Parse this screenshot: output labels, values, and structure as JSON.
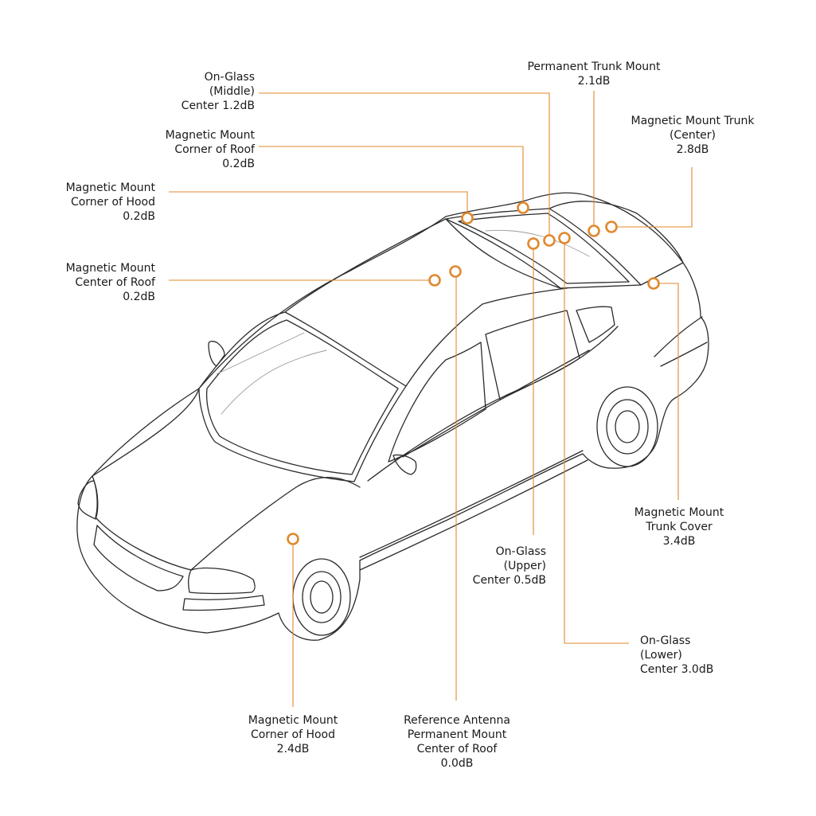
{
  "colors": {
    "accent": "#e0892e",
    "line": "#2b2b2b",
    "text": "#1a1a1a"
  },
  "labels": [
    {
      "id": "on-glass-middle",
      "lines": [
        "On-Glass",
        "(Middle)",
        "Center 1.2dB"
      ]
    },
    {
      "id": "mag-roof-corner",
      "lines": [
        "Magnetic Mount",
        "Corner of Roof",
        "0.2dB"
      ]
    },
    {
      "id": "mag-hood-corner-upper",
      "lines": [
        "Magnetic Mount",
        "Corner of Hood",
        "0.2dB"
      ]
    },
    {
      "id": "mag-roof-center",
      "lines": [
        "Magnetic Mount",
        "Center of Roof",
        "0.2dB"
      ]
    },
    {
      "id": "perm-trunk",
      "lines": [
        "Permanent Trunk Mount",
        "2.1dB"
      ]
    },
    {
      "id": "mag-trunk-center",
      "lines": [
        "Magnetic Mount Trunk",
        "(Center)",
        "2.8dB"
      ]
    },
    {
      "id": "mag-trunk-cover",
      "lines": [
        "Magnetic Mount",
        "Trunk Cover",
        "3.4dB"
      ]
    },
    {
      "id": "on-glass-upper",
      "lines": [
        "On-Glass",
        "(Upper)",
        "Center 0.5dB"
      ]
    },
    {
      "id": "on-glass-lower",
      "lines": [
        "On-Glass",
        "(Lower)",
        "Center 3.0dB"
      ]
    },
    {
      "id": "mag-hood-corner-lower",
      "lines": [
        "Magnetic Mount",
        "Corner of Hood",
        "2.4dB"
      ]
    },
    {
      "id": "reference",
      "lines": [
        "Reference Antenna",
        "Permanent Mount",
        "Center of Roof",
        "0.0dB"
      ]
    }
  ]
}
